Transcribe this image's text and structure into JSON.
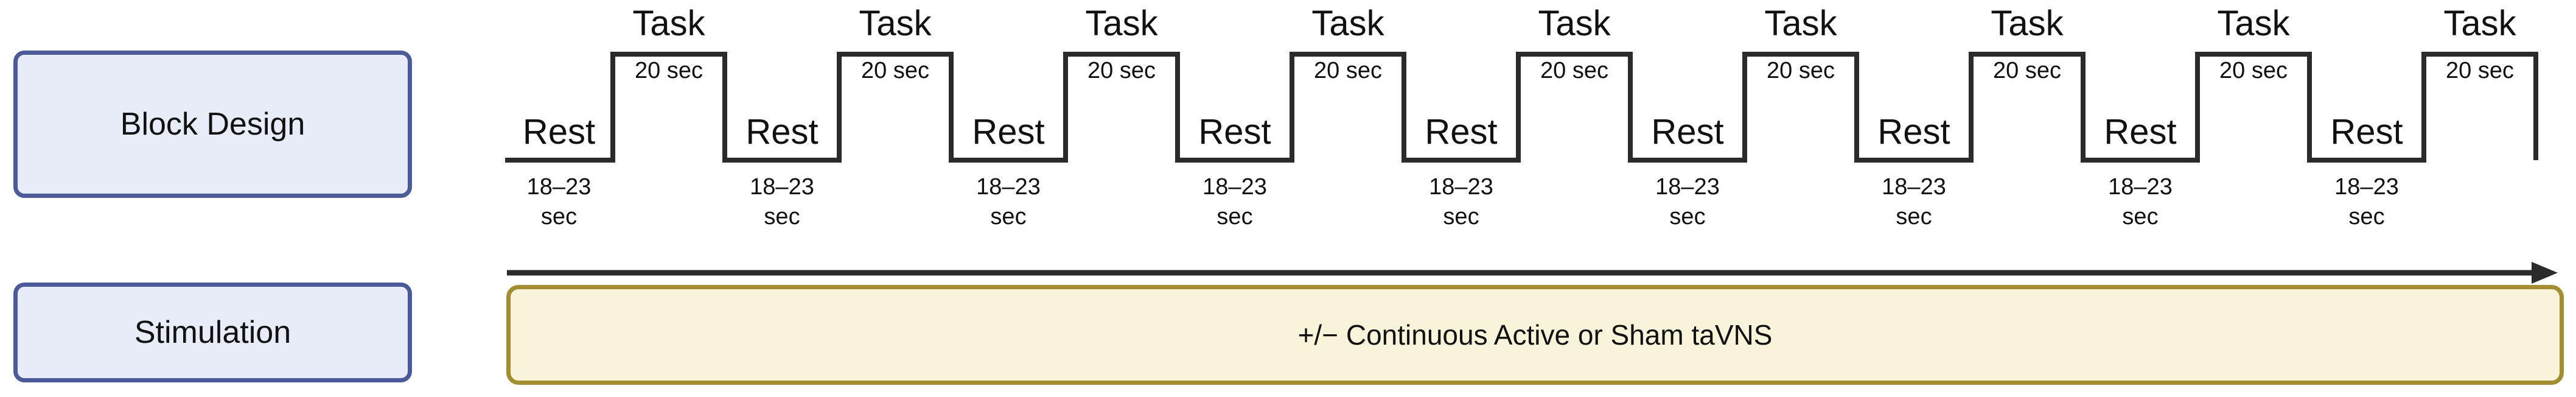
{
  "figure": {
    "row_labels": [
      {
        "label": "Block Design"
      },
      {
        "label": "Stimulation"
      }
    ],
    "block_design_row": {
      "blocks": [
        {
          "type": "rest",
          "label": "Rest",
          "duration_lines": [
            "18–23",
            "sec"
          ]
        },
        {
          "type": "task",
          "label": "Task",
          "duration_lines": [
            "20 sec"
          ]
        },
        {
          "type": "rest",
          "label": "Rest",
          "duration_lines": [
            "18–23",
            "sec"
          ]
        },
        {
          "type": "task",
          "label": "Task",
          "duration_lines": [
            "20 sec"
          ]
        },
        {
          "type": "rest",
          "label": "Rest",
          "duration_lines": [
            "18–23",
            "sec"
          ]
        },
        {
          "type": "task",
          "label": "Task",
          "duration_lines": [
            "20 sec"
          ]
        },
        {
          "type": "rest",
          "label": "Rest",
          "duration_lines": [
            "18–23",
            "sec"
          ]
        },
        {
          "type": "task",
          "label": "Task",
          "duration_lines": [
            "20 sec"
          ]
        },
        {
          "type": "rest",
          "label": "Rest",
          "duration_lines": [
            "18–23",
            "sec"
          ]
        },
        {
          "type": "task",
          "label": "Task",
          "duration_lines": [
            "20 sec"
          ]
        },
        {
          "type": "rest",
          "label": "Rest",
          "duration_lines": [
            "18–23",
            "sec"
          ]
        },
        {
          "type": "task",
          "label": "Task",
          "duration_lines": [
            "20 sec"
          ]
        },
        {
          "type": "rest",
          "label": "Rest",
          "duration_lines": [
            "18–23",
            "sec"
          ]
        },
        {
          "type": "task",
          "label": "Task",
          "duration_lines": [
            "20 sec"
          ]
        },
        {
          "type": "rest",
          "label": "Rest",
          "duration_lines": [
            "18–23",
            "sec"
          ]
        },
        {
          "type": "task",
          "label": "Task",
          "duration_lines": [
            "20 sec"
          ]
        },
        {
          "type": "rest",
          "label": "Rest",
          "duration_lines": [
            "18–23",
            "sec"
          ]
        },
        {
          "type": "task",
          "label": "Task",
          "duration_lines": [
            "20 sec"
          ]
        }
      ]
    },
    "stimulation_row": {
      "bar_label": "+/− Continuous Active or Sham taVNS"
    },
    "colors": {
      "row_box_fill": "#e8ecf9",
      "row_box_border": "#4a5a9b",
      "bar_fill": "#f7f4d9",
      "bar_border": "#a38d2e",
      "line_color": "#2b2b2b",
      "text_color": "#111111"
    }
  }
}
